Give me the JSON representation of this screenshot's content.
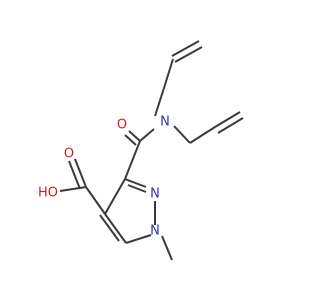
{
  "molecule": {
    "atoms": {
      "n_amide": "N",
      "n_ring_2": "N",
      "n_ring_1": "N",
      "o_carbonyl_amide": "O",
      "o_carbonyl_acid": "O",
      "oh_acid": "HO"
    }
  },
  "colors": {
    "bond": "#3a3a3a",
    "nitrogen": "#3333aa",
    "oxygen": "#cc2020"
  }
}
